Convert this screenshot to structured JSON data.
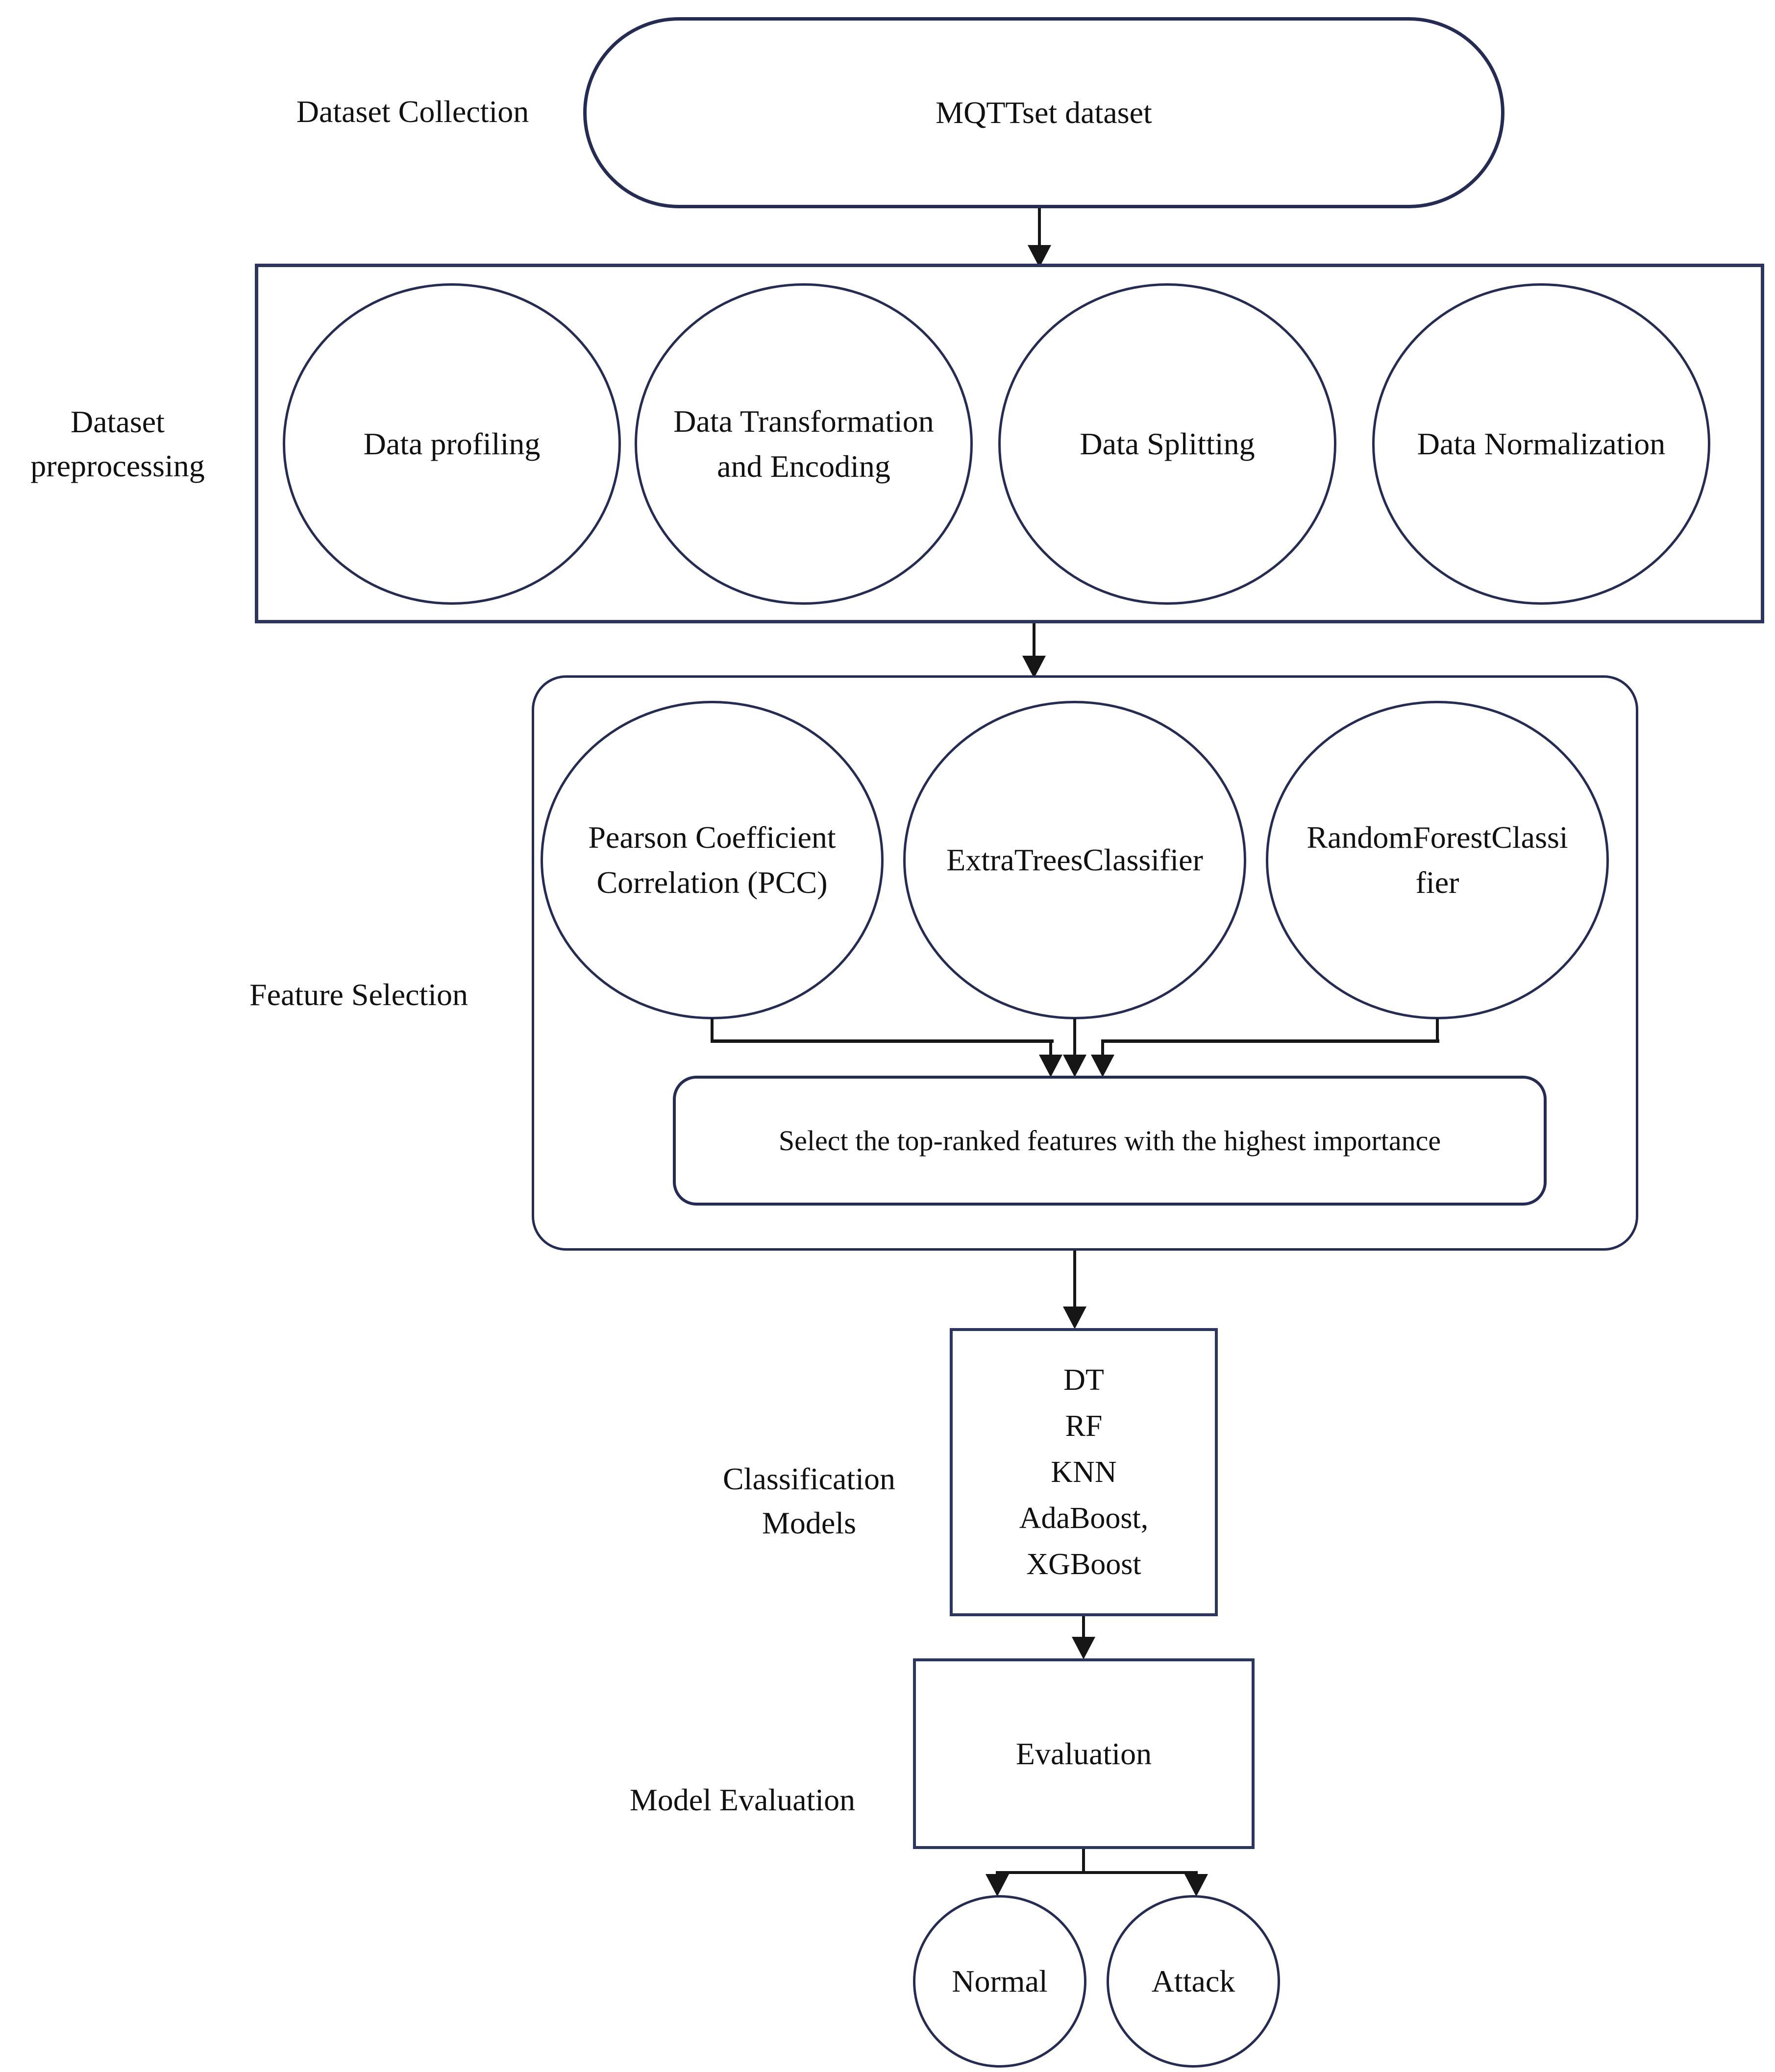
{
  "colors": {
    "border_navy": "#242c55",
    "rect_navy": "#2b3562",
    "connector_black": "#161616",
    "text": "#111111",
    "background": "#ffffff"
  },
  "stages": {
    "collection": {
      "side_label": "Dataset Collection",
      "node_label": "MQTTset dataset"
    },
    "preprocessing": {
      "side_label_lines": [
        "Dataset",
        "preprocessing"
      ],
      "circles": [
        {
          "lines": [
            "Data profiling"
          ]
        },
        {
          "lines": [
            "Data Transformation",
            "and Encoding"
          ]
        },
        {
          "lines": [
            "Data Splitting"
          ]
        },
        {
          "lines": [
            "Data Normalization"
          ]
        }
      ]
    },
    "feature_selection": {
      "side_label": "Feature Selection",
      "circles": [
        {
          "lines": [
            "Pearson Coefficient",
            "Correlation (PCC)"
          ]
        },
        {
          "lines": [
            "ExtraTreesClassifier"
          ]
        },
        {
          "lines": [
            "RandomForestClassi",
            "fier"
          ]
        }
      ],
      "select_box_label": "Select the top-ranked features with the highest importance"
    },
    "classification": {
      "side_label_lines": [
        "Classification",
        "Models"
      ],
      "model_lines": [
        "DT",
        "RF",
        "KNN",
        "AdaBoost,",
        "XGBoost"
      ]
    },
    "evaluation": {
      "side_label": "Model Evaluation",
      "node_label": "Evaluation",
      "outcomes": [
        {
          "label": "Normal"
        },
        {
          "label": "Attack"
        }
      ]
    }
  }
}
